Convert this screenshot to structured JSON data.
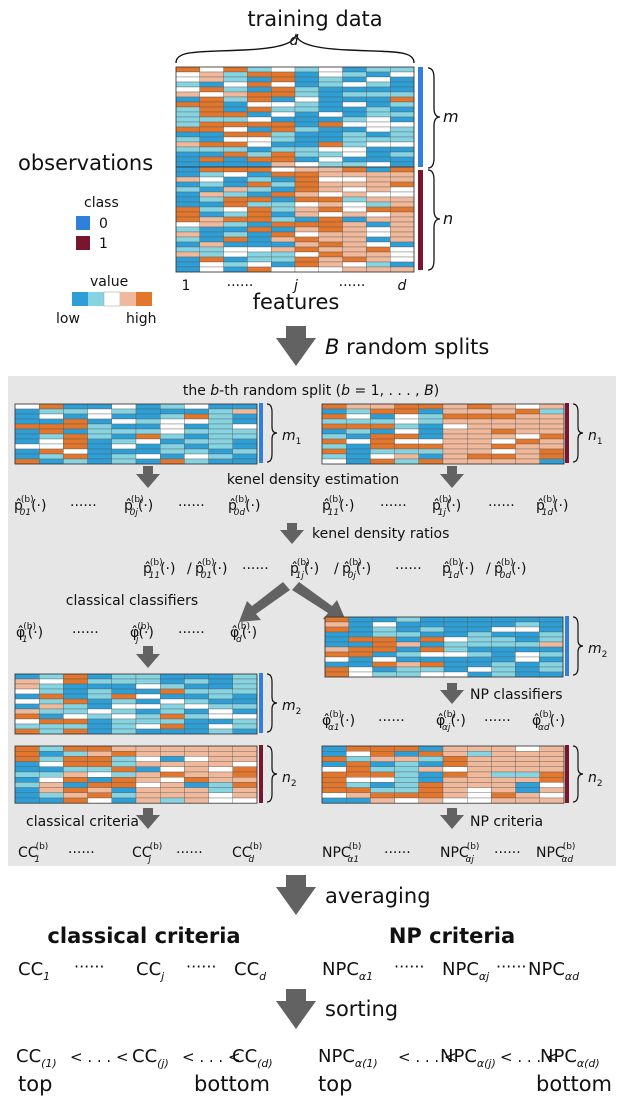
{
  "colors": {
    "scale": [
      "#2e9fd6",
      "#86d4e2",
      "#ffffff",
      "#f0b99b",
      "#e1762c"
    ],
    "class0": "#2f7fdb",
    "class1": "#7a1530",
    "arrow": "#626262",
    "panel": "#e6e6e6"
  },
  "top": {
    "title": "training data",
    "d": "d",
    "m": "m",
    "n": "n",
    "observations": "observations",
    "class_title": "class",
    "class_0": "0",
    "class_1": "1",
    "value_title": "value",
    "low": "low",
    "high": "high",
    "feat_1": "1",
    "feat_dots": "······",
    "feat_j": "j",
    "feat_d": "d",
    "features": "features"
  },
  "split": {
    "B": "B",
    "text": "random splits"
  },
  "panel": {
    "title_a": "the",
    "title_b": "b",
    "title_c": "-th random split (",
    "title_d": "b",
    "title_e": " = 1, . . . , ",
    "title_f": "B",
    "title_g": ")",
    "m1": "m",
    "m1_sub": "1",
    "n1": "n",
    "n1_sub": "1",
    "kde": "kenel density estimation",
    "p": "p̂",
    "b_sup": "(b)",
    "arg": "(·)",
    "dots6": "······",
    "p_subs_0": [
      "01",
      "0j",
      "0d"
    ],
    "p_subs_1": [
      "11",
      "1j",
      "1d"
    ],
    "kdr": "kenel density ratios",
    "ratio_subs": [
      [
        "11",
        "01"
      ],
      [
        "1j",
        "0j"
      ],
      [
        "1d",
        "0d"
      ]
    ],
    "slash": "/",
    "classical": "classical classifiers",
    "phi": "φ̂",
    "phi_subs": [
      "1",
      "j",
      "d"
    ],
    "m2": "m",
    "m2_sub": "2",
    "n2": "n",
    "n2_sub": "2",
    "np_classifiers": "NP classifiers",
    "np_phi_subs": [
      "α1",
      "αj",
      "αd"
    ],
    "classical_criteria": "classical criteria",
    "np_criteria": "NP criteria",
    "cc": "CC",
    "npc": "NPC"
  },
  "averaging": "averaging",
  "summary": {
    "classical_title": "classical criteria",
    "np_title": "NP criteria",
    "cc": "CC",
    "npc": "NPC",
    "cc_subs": [
      "1",
      "j",
      "d"
    ],
    "npc_subs": [
      "α1",
      "αj",
      "αd"
    ],
    "dots6": "······"
  },
  "sorting": "sorting",
  "sorted": {
    "cc_subs": [
      "(1)",
      "(j)",
      "(d)"
    ],
    "npc_subs": [
      "α(1)",
      "α(j)",
      "α(d)"
    ],
    "lt_sep": "< . . . <",
    "top": "top",
    "bottom": "bottom"
  }
}
